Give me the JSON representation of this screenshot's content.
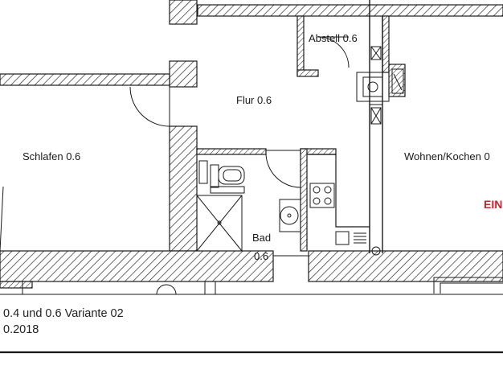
{
  "rooms": {
    "abstell": "Abstell 0.6",
    "flur": "Flur 0.6",
    "schlafen": "Schlafen 0.6",
    "wohnen": "Wohnen/Kochen 0",
    "bad_line1": "Bad",
    "bad_line2": "0.6"
  },
  "accent_text": "EIN",
  "footer": {
    "line1": "0.4 und 0.6 Variante 02",
    "line2": "0.2018"
  },
  "colors": {
    "wall_hatch": "#1a1a1a",
    "accent": "#c0272d",
    "background": "#ffffff"
  }
}
